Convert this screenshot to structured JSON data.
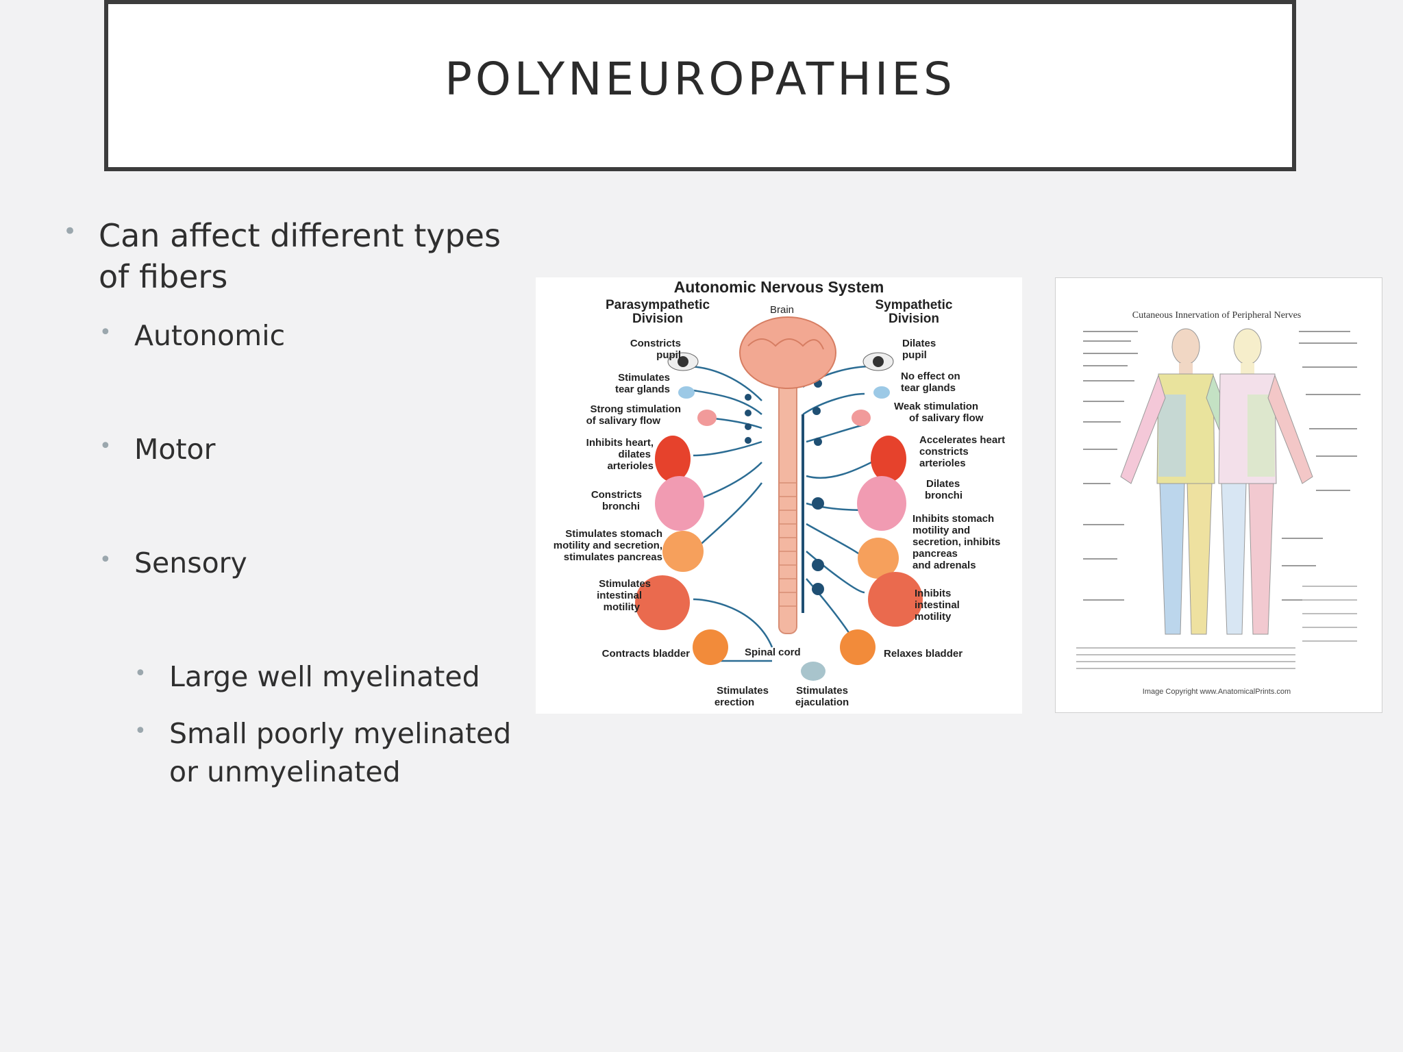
{
  "slide": {
    "title": "POLYNEUROPATHIES",
    "bullets": {
      "main": "Can affect different types of fibers",
      "autonomic": "Autonomic",
      "motor": "Motor",
      "sensory": "Sensory",
      "large": "Large well myelinated",
      "small": "Small poorly myelinated or unmyelinated"
    }
  },
  "ans_figure": {
    "title": "Autonomic Nervous System",
    "para_heading": [
      "Parasympathetic",
      "Division"
    ],
    "symp_heading": [
      "Sympathetic",
      "Division"
    ],
    "brain": "Brain",
    "spinal_cord": "Spinal cord",
    "left_labels": [
      [
        "Constricts",
        "pupil"
      ],
      [
        "Stimulates",
        "tear glands"
      ],
      [
        "Strong stimulation",
        "of salivary flow"
      ],
      [
        "Inhibits heart,",
        "dilates",
        "arterioles"
      ],
      [
        "Constricts",
        "bronchi"
      ],
      [
        "Stimulates stomach",
        "motility and secretion,",
        "stimulates pancreas"
      ],
      [
        "Stimulates",
        "intestinal",
        "motility"
      ],
      [
        "Contracts bladder"
      ]
    ],
    "right_labels": [
      [
        "Dilates",
        "pupil"
      ],
      [
        "No effect on",
        "tear glands"
      ],
      [
        "Weak stimulation",
        "of salivary flow"
      ],
      [
        "Accelerates heart",
        "constricts",
        "arterioles"
      ],
      [
        "Dilates",
        "bronchi"
      ],
      [
        "Inhibits stomach",
        "motility and",
        "secretion, inhibits",
        "pancreas",
        "and adrenals"
      ],
      [
        "Inhibits",
        "intestinal",
        "motility"
      ],
      [
        "Relaxes bladder"
      ]
    ],
    "bottom_left": [
      "Stimulates",
      "erection"
    ],
    "bottom_right": [
      "Stimulates",
      "ejaculation"
    ]
  },
  "cutaneous_figure": {
    "title": "Cutaneous Innervation of Peripheral Nerves",
    "copyright": "Image Copyright www.AnatomicalPrints.com"
  }
}
